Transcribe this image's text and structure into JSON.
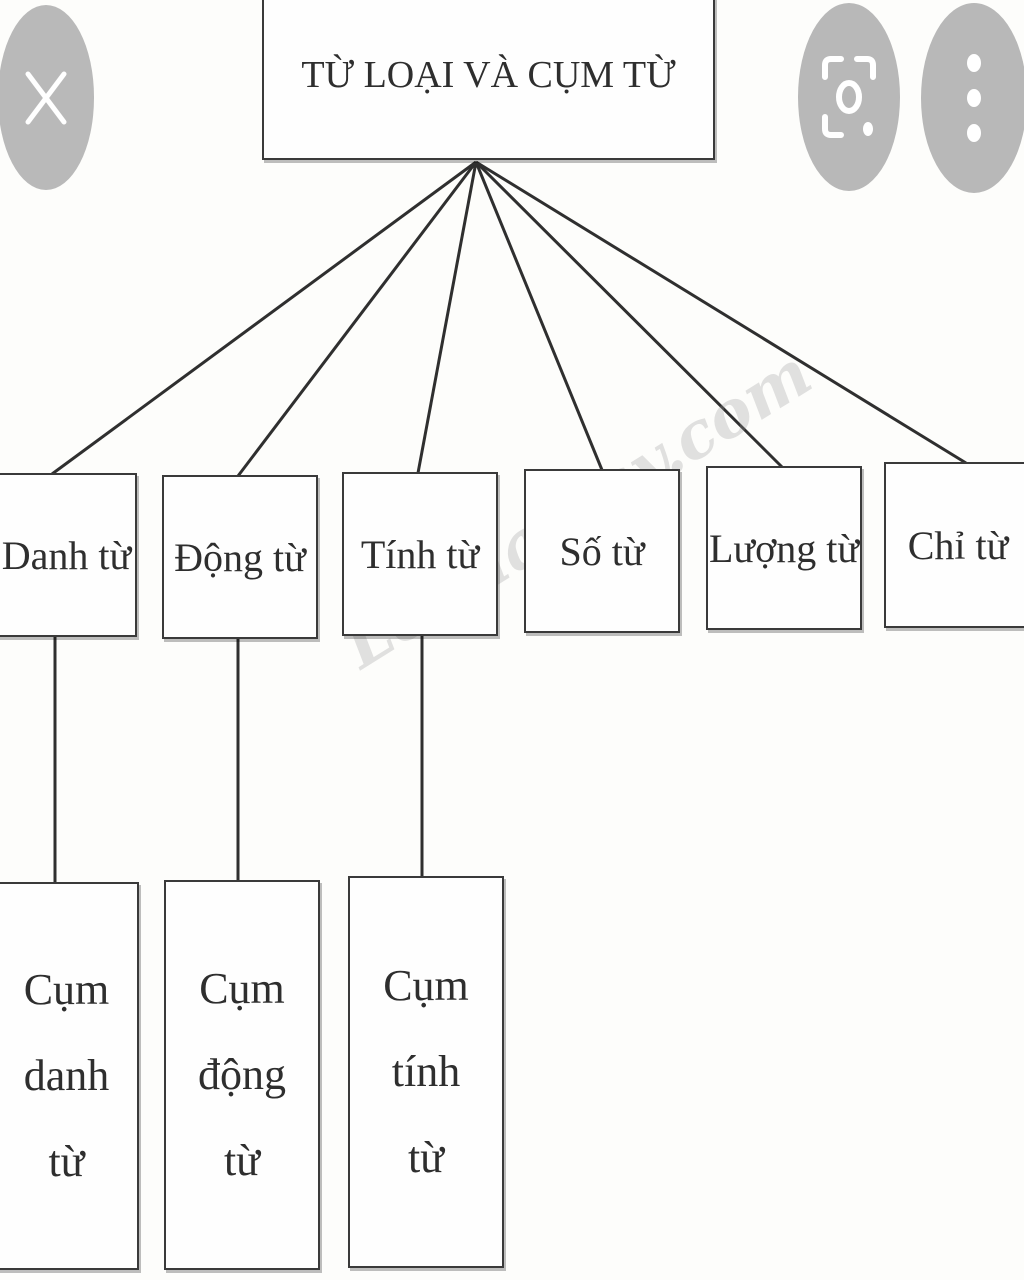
{
  "diagram": {
    "root": "TỪ LOẠI VÀ CỤM TỪ",
    "categories": [
      "Danh từ",
      "Động từ",
      "Tính từ",
      "Số từ",
      "Lượng từ",
      "Chỉ từ"
    ],
    "phrases": [
      [
        "Cụm",
        "danh",
        "từ"
      ],
      [
        "Cụm",
        "động",
        "từ"
      ],
      [
        "Cụm",
        "tính",
        "từ"
      ]
    ],
    "watermark": "Loigiaihay.com"
  },
  "toolbar": {
    "close_icon": "close-icon",
    "lens_icon": "lens-scan-icon",
    "more_icon": "more-vertical-icon",
    "button_color": "#b8b8b8"
  }
}
